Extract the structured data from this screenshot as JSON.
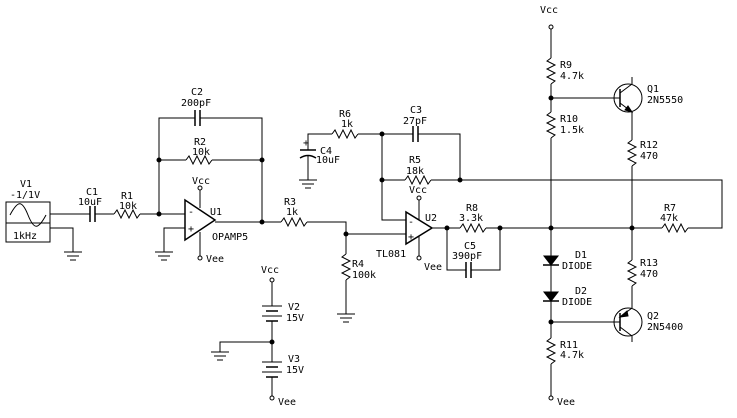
{
  "components": {
    "v1": {
      "ref": "V1",
      "value": "-1/1V",
      "freq": "1kHz"
    },
    "c1": {
      "ref": "C1",
      "value": "10uF"
    },
    "r1": {
      "ref": "R1",
      "value": "10k"
    },
    "c2": {
      "ref": "C2",
      "value": "200pF"
    },
    "r2": {
      "ref": "R2",
      "value": "10k"
    },
    "u1": {
      "ref": "U1",
      "model": "OPAMP5"
    },
    "r3": {
      "ref": "R3",
      "value": "1k"
    },
    "r4": {
      "ref": "R4",
      "value": "100k"
    },
    "r6": {
      "ref": "R6",
      "value": "1k"
    },
    "c4": {
      "ref": "C4",
      "value": "10uF"
    },
    "c3": {
      "ref": "C3",
      "value": "27pF"
    },
    "r5": {
      "ref": "R5",
      "value": "18k"
    },
    "u2": {
      "ref": "U2",
      "model": "TL081"
    },
    "r8": {
      "ref": "R8",
      "value": "3.3k"
    },
    "c5": {
      "ref": "C5",
      "value": "390pF"
    },
    "r7": {
      "ref": "R7",
      "value": "47k"
    },
    "v2": {
      "ref": "V2",
      "value": "15V"
    },
    "v3": {
      "ref": "V3",
      "value": "15V"
    },
    "r9": {
      "ref": "R9",
      "value": "4.7k"
    },
    "r10": {
      "ref": "R10",
      "value": "1.5k"
    },
    "r11": {
      "ref": "R11",
      "value": "4.7k"
    },
    "r12": {
      "ref": "R12",
      "value": "470"
    },
    "r13": {
      "ref": "R13",
      "value": "470"
    },
    "d1": {
      "ref": "D1",
      "model": "DIODE"
    },
    "d2": {
      "ref": "D2",
      "model": "DIODE"
    },
    "q1": {
      "ref": "Q1",
      "model": "2N5550"
    },
    "q2": {
      "ref": "Q2",
      "model": "2N5400"
    }
  },
  "nets": {
    "vcc": "Vcc",
    "vee": "Vee"
  },
  "symbols": {
    "plus": "+",
    "minus": "-"
  }
}
